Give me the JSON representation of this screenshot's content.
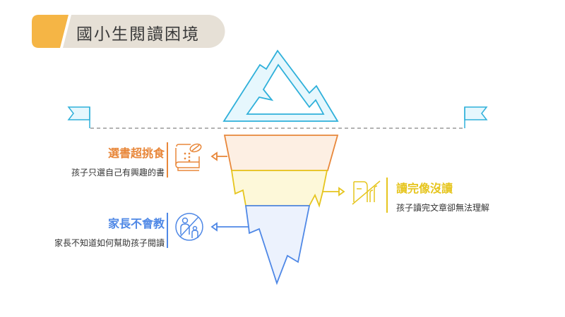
{
  "title": "國小生閱讀困境",
  "colors": {
    "orange": "#e8873a",
    "yellow": "#e6c51e",
    "blue": "#4f88e6",
    "ice": "#2fb0da",
    "title_bg": "#e6e0d6",
    "title_accent": "#f5b545"
  },
  "items": [
    {
      "heading": "選書超挑食",
      "description": "孩子只選自己有興趣的書",
      "icon": "book-pill-icon"
    },
    {
      "heading": "讀完像沒讀",
      "description": "孩子讀完文章卻無法理解",
      "icon": "crossed-text-icon"
    },
    {
      "heading": "家長不會教",
      "description": "家長不知道如何幫助孩子閱讀",
      "icon": "no-parent-child-icon"
    }
  ]
}
